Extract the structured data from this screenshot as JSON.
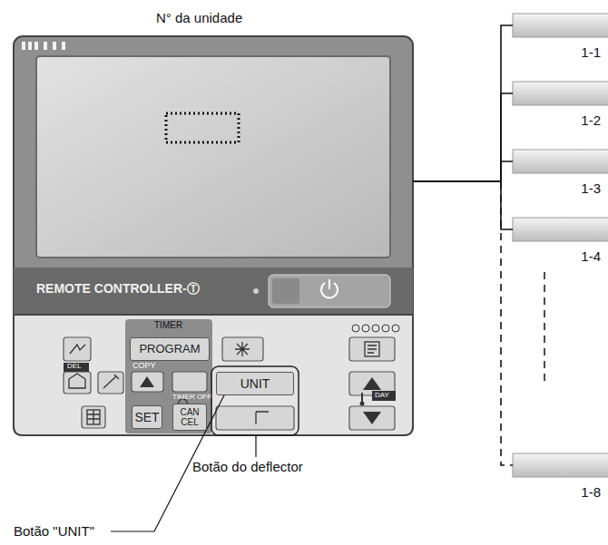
{
  "diagram": {
    "nodes": [
      {
        "text": [
          "REMOTE CONTROLLER-Ⓣ"
        ]
      },
      {
        "text": [
          "PROGRAM"
        ],
        "in": 0
      },
      {
        "text": [
          "UNIT"
        ],
        "in": 0
      },
      {
        "text": [
          "SET"
        ],
        "in": 0
      },
      {
        "text": [
          "CAN CEL"
        ],
        "in": 0
      },
      {
        "text": [
          "1-1"
        ]
      },
      {
        "text": [
          "1-2"
        ]
      },
      {
        "text": [
          "1-3"
        ]
      },
      {
        "text": [
          "1-4"
        ]
      },
      {
        "text": [
          "1-8"
        ]
      }
    ],
    "edges": [
      {
        "from": 0,
        "to": 5,
        "arrow": "none"
      },
      {
        "from": 0,
        "to": 6,
        "arrow": "none"
      },
      {
        "from": 0,
        "to": 7,
        "arrow": "none"
      },
      {
        "from": 0,
        "to": 8,
        "arrow": "none"
      },
      {
        "from": 0,
        "to": 9,
        "arrow": "none"
      }
    ],
    "labels": [
      "N° da unidade",
      "TIMER",
      "COPY",
      "DEL",
      "TIMER OFF",
      "DAY",
      "Botão do deflector",
      "Botão \"UNIT\""
    ]
  }
}
